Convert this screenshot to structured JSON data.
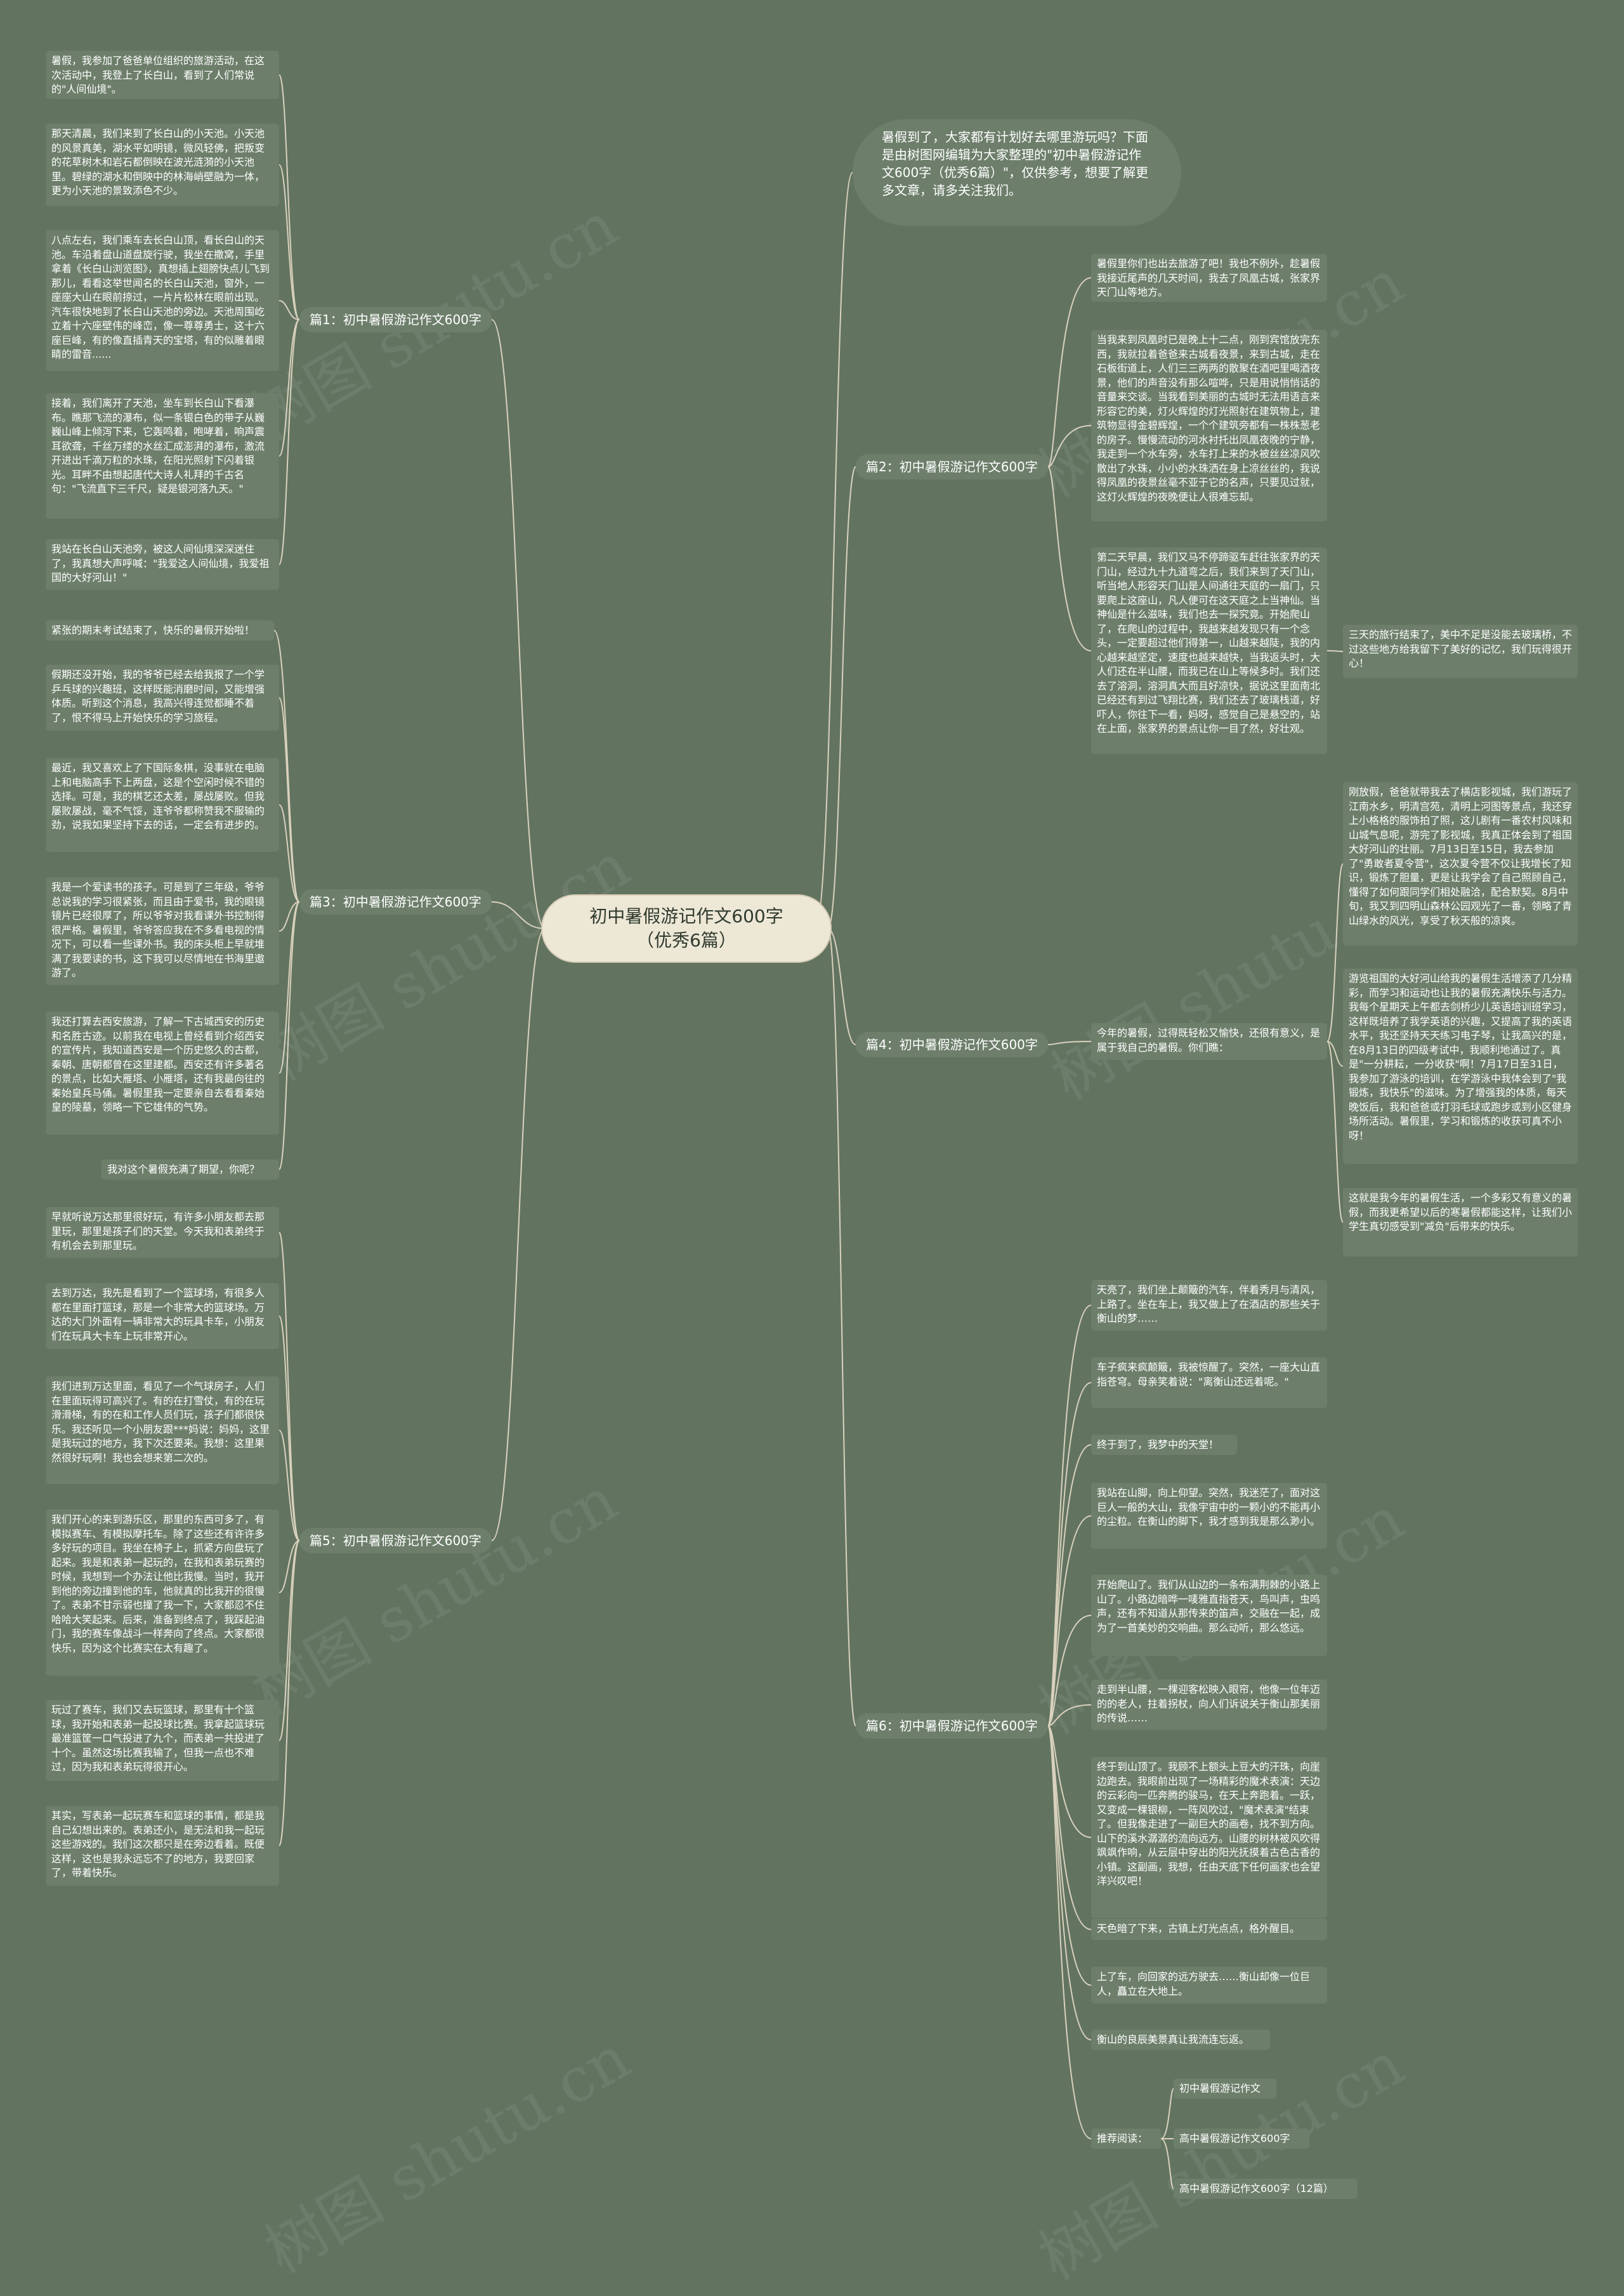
{
  "root": {
    "title_line1": "初中暑假游记作文600字",
    "title_line2": "（优秀6篇）"
  },
  "intro": "暑假到了，大家都有计划好去哪里游玩吗？下面是由树图网编辑为大家整理的\"初中暑假游记作文600字（优秀6篇）\"，仅供参考，想要了解更多文章，请多关注我们。",
  "watermark": "树图 shutu.cn",
  "branches": {
    "b1": {
      "label": "篇1：初中暑假游记作文600字",
      "leaves": [
        "暑假，我参加了爸爸单位组织的旅游活动，在这次活动中，我登上了长白山，看到了人们常说的\"人间仙境\"。",
        "那天清晨，我们来到了长白山的小天池。小天池的风景真美，湖水平如明镜，微风轻佛，把叛变的花草树木和岩石都倒映在波光涟漪的小天池里。碧绿的湖水和倒映中的林海峭壁融为一体，更为小天池的景致添色不少。",
        "八点左右，我们乘车去长白山顶，看长白山的天池。车沿着盘山道盘旋行驶，我坐在撒窝，手里拿着《长白山浏览图》，真想插上翅膀快点儿飞到那儿，看看这举世闻名的长白山天池，窗外，一座座大山在眼前掠过，一片片松林在眼前出现。汽车很快地到了长白山天池的旁边。天池周围屹立着十六座壁伟的峰峦，像一尊尊勇士，这十六座巨峰，有的像直插青天的宝塔，有的似雕着眼睛的雷音......",
        "接着，我们离开了天池，坐车到长白山下看瀑布。瞧那飞流的瀑布，似一条银白色的带子从巍巍山峰上倾泻下来，它轰鸣着，咆哮着，响声震耳欲聋，千丝万缕的水丝汇成澎湃的瀑布，激流开进出千滴万粒的水珠，在阳光照射下闪着银光。耳畔不由想起唐代大诗人礼拜的千古名句：\"飞流直下三千尺，疑是银河落九天。\"",
        "我站在长白山天池旁，被这人间仙境深深迷住了，我真想大声呼喊：\"我爱这人间仙境，我爱祖国的大好河山！\""
      ]
    },
    "b3": {
      "label": "篇3：初中暑假游记作文600字",
      "leaves": [
        "紧张的期末考试结束了，快乐的暑假开始啦！",
        "假期还没开始，我的爷爷已经去给我报了一个学乒乓球的兴趣班，这样既能消磨时间，又能增强体质。听到这个消息，我高兴得连觉都睡不着了，恨不得马上开始快乐的学习旅程。",
        "最近，我又喜欢上了下国际象棋，没事就在电脑上和电脑高手下上两盘，这是个空闲时候不错的选择。可是，我的棋艺还太差，屡战屡败。但我屡败屡战，毫不气馁，连爷爷都称赞我不服输的劲，说我如果坚持下去的话，一定会有进步的。",
        "我是一个爱读书的孩子。可是到了三年级，爷爷总说我的学习很紧张，而且由于爱书，我的眼镜镜片已经很厚了，所以爷爷对我看课外书控制得很严格。暑假里，爷爷答应我在不多看电视的情况下，可以看一些课外书。我的床头柜上早就堆满了我要读的书，这下我可以尽情地在书海里遨游了。",
        "我还打算去西安旅游，了解一下古城西安的历史和名胜古迹。以前我在电视上曾经看到介绍西安的宣传片，我知道西安是一个历史悠久的古都，秦朝、唐朝都曾在这里建都。西安还有许多著名的景点，比如大雁塔、小雁塔，还有我最向往的秦始皇兵马俑。暑假里我一定要亲自去看看秦始皇的陵墓，领略一下它雄伟的气势。",
        "我对这个暑假充满了期望，你呢？"
      ]
    },
    "b5": {
      "label": "篇5：初中暑假游记作文600字",
      "leaves": [
        "早就听说万达那里很好玩，有许多小朋友都去那里玩，那里是孩子们的天堂。今天我和表弟终于有机会去到那里玩。",
        "去到万达，我先是看到了一个篮球场，有很多人都在里面打篮球，那是一个非常大的篮球场。万达的大门外面有一辆非常大的玩具卡车，小朋友们在玩具大卡车上玩非常开心。",
        "我们进到万达里面，看见了一个气球房子，人们在里面玩得可高兴了。有的在打雪仗，有的在玩滑滑梯，有的在和工作人员们玩，孩子们都很快乐。我还听见一个小朋友跟***妈说：妈妈，这里是我玩过的地方，我下次还要来。我想：这里果然很好玩啊！我也会想来第二次的。",
        "我们开心的来到游乐区，那里的东西可多了，有模拟赛车、有模拟摩托车。除了这些还有许许多多好玩的项目。我坐在椅子上，抓紧方向盘玩了起来。我是和表弟一起玩的，在我和表弟玩赛的时候，我想到一个办法让他比我慢。当时，我开到他的旁边撞到他的车，他就真的比我开的很慢了。表弟不甘示弱也撞了我一下，大家都忍不住哈哈大笑起来。后来，准备到终点了，我踩起油门，我的赛车像战斗一样奔向了终点。大家都很快乐，因为这个比赛实在太有趣了。",
        "玩过了赛车，我们又去玩篮球，那里有十个篮球，我开始和表弟一起投球比赛。我拿起篮球玩最准篮筐一口气投进了九个，而表弟一共投进了十个。虽然这场比赛我输了，但我一点也不难过，因为我和表弟玩得很开心。",
        "其实，写表弟一起玩赛车和篮球的事情，都是我自己幻想出来的。表弟还小，是无法和我一起玩这些游戏的。我们这次都只是在旁边看着。既便这样，这也是我永远忘不了的地方，我要回家了，带着快乐。"
      ]
    },
    "b2": {
      "label": "篇2：初中暑假游记作文600字",
      "leaves": [
        "暑假里你们也出去旅游了吧！我也不例外，趁暑假我接近尾声的几天时间，我去了凤凰古城，张家界天门山等地方。",
        "当我来到凤凰时已是晚上十二点，刚到宾馆放完东西，我就拉着爸爸来古城看夜景，来到古城，走在石板街道上，人们三三两两的散聚在酒吧里喝酒夜景，他们的声音没有那么喧哗，只是用说悄悄话的音量来交谈。当我看到美丽的古城时无法用语言来形容它的美，灯火辉煌的灯光照射在建筑物上，建筑物显得金碧辉煌，一个个建筑旁都有一株株葱老的房子。慢慢流动的河水衬托出凤凰夜晚的宁静，我走到一个水车旁，水车打上来的水被丝丝凉风吹散出了水珠，小小的水珠洒在身上凉丝丝的，我说得凤凰的夜景丝毫不亚于它的名声，只要见过就，这灯火辉煌的夜晚便让人很难忘却。",
        "第二天早晨，我们又马不停蹄驱车赶往张家界的天门山，经过九十九道弯之后，我们来到了天门山，听当地人形容天门山是人间通往天庭的一扇门，只要爬上这座山，凡人便可在这天庭之上当神仙。当神仙是什么滋味，我们也去一探究竟。开始爬山了，在爬山的过程中，我越来越发现只有一个念头，一定要超过他们得第一，山越来越陡，我的内心越来越坚定，速度也越来越快，当我返头时，大人们还在半山腰，而我已在山上等候多时。我们还去了溶洞，溶洞真大而且好凉快，据说这里面南北已经还有到过飞翔比赛，我们还去了玻璃栈道，好吓人，你往下一看，妈呀，感觉自己是悬空的，站在上面，张家界的景点让你一目了然，好壮观。"
      ],
      "extra": "三天的旅行结束了，美中不足是没能去玻璃桥，不过这些地方给我留下了美好的记忆，我们玩得很开心！"
    },
    "b4": {
      "label": "篇4：初中暑假游记作文600字",
      "mid": "今年的暑假，过得既轻松又愉快，还很有意义，是属于我自己的暑假。你们瞧：",
      "leaves": [
        "刚放假，爸爸就带我去了横店影视城，我们游玩了江南水乡，明清宫苑，清明上河图等景点，我还穿上小格格的服饰拍了照，这儿剧有一番农村风味和山城气息呢，游完了影视城，我真正体会到了祖国大好河山的壮丽。7月13日至15日，我去参加了\"勇敢者夏令营\"，这次夏令营不仅让我增长了知识，锻炼了胆量，更是让我学会了自己照顾自己，懂得了如何跟同学们相处融洽，配合默契。8月中旬，我又到四明山森林公园观光了一番，领略了青山绿水的风光，享受了秋天般的凉爽。",
        "游览祖国的大好河山给我的暑假生活增添了几分精彩，而学习和运动也让我的暑假充满快乐与活力。我每个星期天上午都去剑桥少儿英语培训班学习，这样既培养了我学英语的兴趣，又提高了我的英语水平，我还坚持天天练习电子琴，让我高兴的是，在8月13日的四级考试中，我顺利地通过了。真是\"一分耕耘，一分收获\"啊！7月17日至31日，我参加了游泳的培训，在学游泳中我体会到了\"我锻炼，我快乐\"的滋味。为了增强我的体质，每天晚饭后，我和爸爸或打羽毛球或跑步或到小区健身场所活动。暑假里，学习和锻炼的收获可真不小呀！",
        "这就是我今年的暑假生活，一个多彩又有意义的暑假，而我更希望以后的寒暑假都能这样，让我们小学生真切感受到\"减负\"后带来的快乐。"
      ]
    },
    "b6": {
      "label": "篇6：初中暑假游记作文600字",
      "leaves": [
        "天亮了，我们坐上颠簸的汽车，伴着秀月与清风，上路了。坐在车上，我又做上了在酒店的那些关于衡山的梦……",
        "车子疯来疯颠簸，我被惊醒了。突然，一座大山直指苍穹。母亲笑着说：\"离衡山还远着呢。\"",
        "终于到了，我梦中的天堂！",
        "我站在山脚，向上仰望。突然，我迷茫了，面对这巨人一般的大山，我像宇宙中的一颗小的不能再小的尘粒。在衡山的脚下，我才感到我是那么渺小。",
        "开始爬山了。我们从山边的一条布满荆棘的小路上山了。小路边暗哗一唛雅直指苍天，鸟叫声，虫鸣声，还有不知道从那传来的笛声，交融在一起，成为了一首美妙的交响曲。那么动听，那么悠远。",
        "走到半山腰，一棵迎客松映入眼帘，他像一位年迈的的老人，拄着拐杖，向人们诉说关于衡山那美丽的传说……",
        "终于到山顶了。我顾不上额头上豆大的汗珠，向崖边跑去。我眼前出现了一场精彩的魔术表演：天边的云彩向一匹奔腾的骏马，在天上奔跑着。一跃，又变成一棵银柳，一阵风吹过，\"魔术表演\"结束了。但我像走进了一副巨大的画卷，找不到方向。山下的溪水潺潺的流向远方。山腰的树林被风吹得飒飒作响，从云层中穿出的阳光抚摸着古色古香的小镇。这副画，我想，任由天底下任何画家也会望洋兴叹吧！",
        "天色暗了下来，古镇上灯光点点，格外醒目。",
        "上了车，向回家的远方驶去……衡山却像一位巨人，矗立在大地上。",
        "衡山的良辰美景真让我流连忘返。"
      ],
      "recommend": {
        "label": "推荐阅读：",
        "items": [
          "初中暑假游记作文",
          "高中暑假游记作文600字",
          "高中暑假游记作文600字（12篇）"
        ]
      }
    }
  }
}
